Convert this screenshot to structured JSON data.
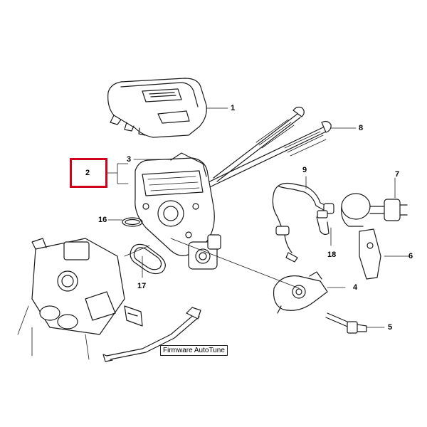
{
  "callouts": {
    "c1": "1",
    "c2": "2",
    "c3": "3",
    "c4": "4",
    "c5": "5",
    "c6": "6",
    "c7": "7",
    "c8": "8",
    "c9": "9",
    "c16": "16",
    "c17": "17",
    "c18": "18"
  },
  "sticker": {
    "text": "Firmware AutoTune"
  },
  "highlight": {
    "target": "2",
    "color": "#d0021b"
  }
}
